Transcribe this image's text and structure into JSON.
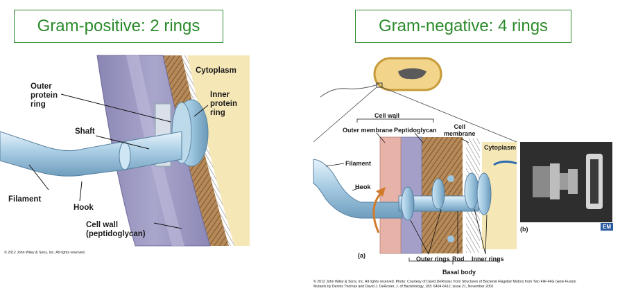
{
  "titles": {
    "gram_positive": "Gram-positive: 2 rings",
    "gram_negative": "Gram-negative: 4 rings"
  },
  "left_panel": {
    "cytoplasm": "Cytoplasm",
    "outer_protein_ring": [
      "Outer",
      "protein",
      "ring"
    ],
    "inner_protein_ring": [
      "Inner",
      "protein",
      "ring"
    ],
    "shaft": "Shaft",
    "filament": "Filament",
    "hook": "Hook",
    "cell_wall": [
      "Cell wall",
      "(peptidoglycan)"
    ],
    "copyright": "© 2012 John Wiley & Sons, Inc. All rights reserved."
  },
  "right_panel": {
    "cell_wall": "Cell wall",
    "outer_membrane": "Outer membrane",
    "peptidoglycan": "Peptidoglycan",
    "cell_membrane": [
      "Cell",
      "membrane"
    ],
    "cytoplasm": "Cytoplasm",
    "filament": "Filament",
    "hook": "Hook",
    "outer_rings": "Outer rings",
    "rod": "Rod",
    "inner_rings": "Inner rings",
    "basal_body": "Basal body",
    "part_a": "(a)",
    "part_b": "(b)",
    "em_badge": "EM",
    "copyright": [
      "© 2012 John Wiley & Sons, Inc. All rights reserved. Photo: Courtesy of David DeRosier, from Structures of Bacterial Flagellar Motors from Two FliF-FliG Gene Fusion",
      "Mutants by Dennis Thomas and David J. DeRosier, J. of Bacteriology, 183: 6404-6412, issue 21, November 2001"
    ]
  }
}
